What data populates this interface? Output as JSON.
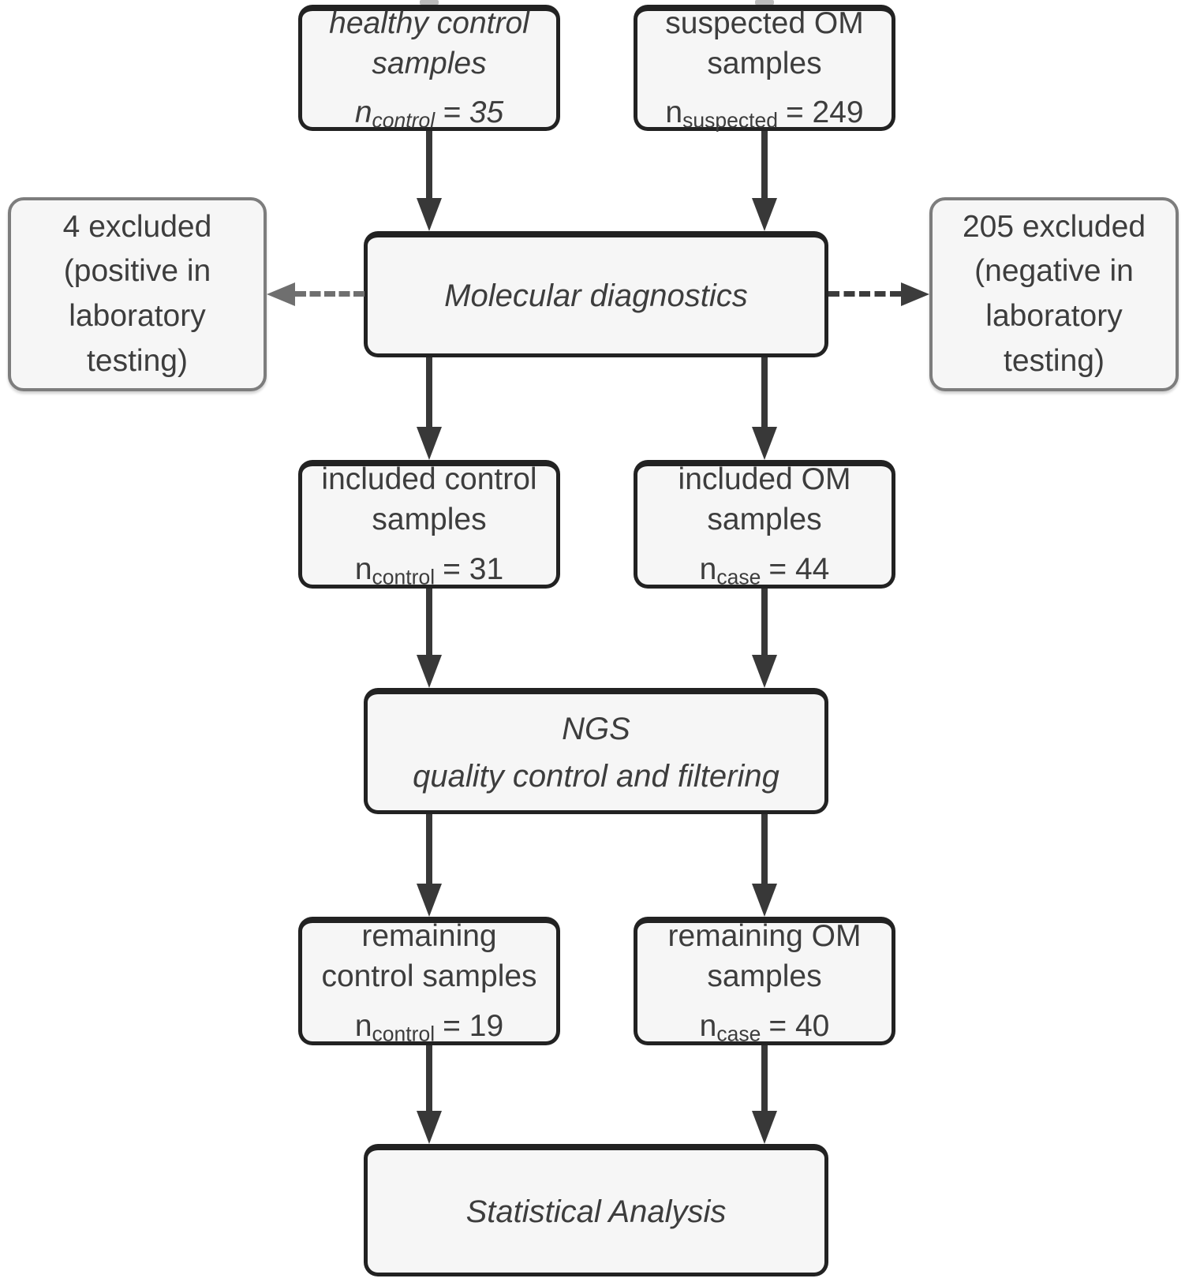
{
  "colors": {
    "background": "#ffffff",
    "box_fill": "#f6f6f6",
    "box_border": "#222222",
    "side_box_border": "#7d7d7d",
    "text": "#3d3d3d",
    "arrow": "#383838",
    "dashed_arrow_left": "#6f6f6f",
    "dashed_arrow_right": "#3c3c3c"
  },
  "nodes": {
    "healthy_control": {
      "line1": "healthy control",
      "line2": "samples",
      "n_symbol": "n",
      "n_sub": "control",
      "n_value": "= 35"
    },
    "suspected_om": {
      "line1": "suspected OM",
      "line2": "samples",
      "n_symbol": "n",
      "n_sub": "suspected",
      "n_value": "= 249"
    },
    "excluded_control": {
      "line1": "4 excluded",
      "line2": "(positive in",
      "line3": "laboratory",
      "line4": "testing)"
    },
    "molecular_diagnostics": {
      "label": "Molecular diagnostics"
    },
    "excluded_om": {
      "line1": "205 excluded",
      "line2": "(negative in",
      "line3": "laboratory",
      "line4": "testing)"
    },
    "included_control": {
      "line1": "included control",
      "line2": "samples",
      "n_symbol": "n",
      "n_sub": "control",
      "n_value": "= 31"
    },
    "included_om": {
      "line1": "included OM",
      "line2": "samples",
      "n_symbol": "n",
      "n_sub": "case",
      "n_value": "= 44"
    },
    "ngs": {
      "line1": "NGS",
      "line2": "quality control and filtering"
    },
    "remaining_control": {
      "line1": "remaining",
      "line2": "control samples",
      "n_symbol": "n",
      "n_sub": "control",
      "n_value": "= 19"
    },
    "remaining_om": {
      "line1": "remaining OM",
      "line2": "samples",
      "n_symbol": "n",
      "n_sub": "case",
      "n_value": "= 40"
    },
    "statistical_analysis": {
      "label": "Statistical Analysis"
    }
  }
}
